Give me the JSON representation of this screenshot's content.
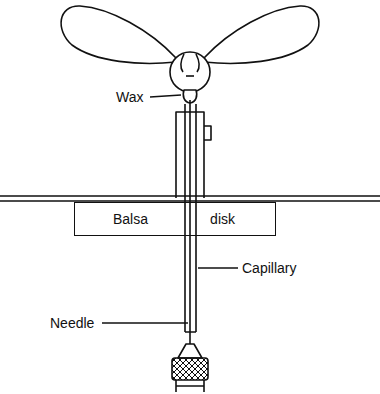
{
  "diagram": {
    "nodes": [
      {
        "text": [
          "Balsa",
          "disk"
        ]
      }
    ],
    "labels": [
      "Wax",
      "Capillary",
      "Needle"
    ]
  }
}
